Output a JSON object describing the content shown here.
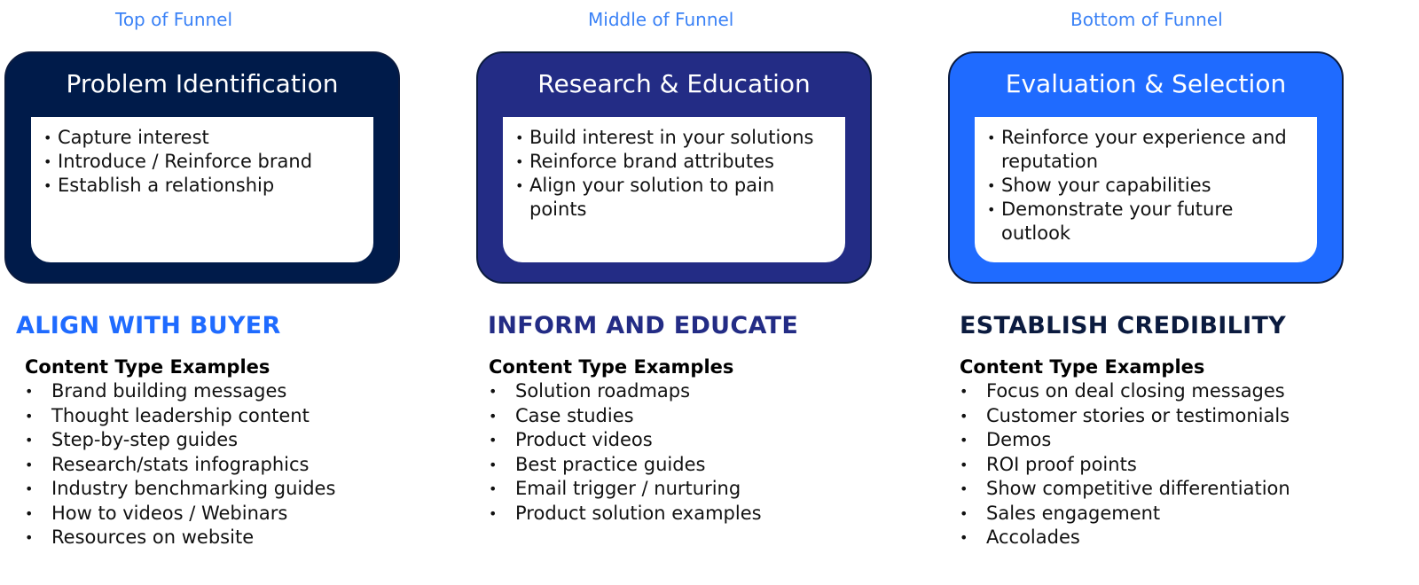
{
  "colors": {
    "stage_label": "#3b82f6",
    "top_card": "#001b4a",
    "middle_card": "#232c85",
    "bottom_card": "#1f6bff",
    "align_heading": "#1f6bff",
    "inform_heading": "#232c85",
    "establish_heading": "#0b1b3f"
  },
  "columns": [
    {
      "stage": "Top of Funnel",
      "card_title": "Problem Identification",
      "card_bullets": [
        "Capture interest",
        "Introduce / Reinforce brand",
        "Establish a relationship"
      ],
      "section_heading": "ALIGN WITH BUYER",
      "examples_title": "Content Type Examples",
      "examples": [
        "Brand building messages",
        "Thought leadership content",
        "Step-by-step guides",
        "Research/stats infographics",
        "Industry benchmarking guides",
        "How to videos / Webinars",
        "Resources on website"
      ]
    },
    {
      "stage": "Middle of Funnel",
      "card_title": "Research & Education",
      "card_bullets": [
        "Build interest in your solutions",
        "Reinforce brand attributes",
        "Align your solution to pain points"
      ],
      "section_heading": "INFORM AND EDUCATE",
      "examples_title": "Content Type Examples",
      "examples": [
        "Solution roadmaps",
        "Case studies",
        "Product videos",
        "Best practice guides",
        "Email trigger / nurturing",
        "Product solution examples"
      ]
    },
    {
      "stage": "Bottom of Funnel",
      "card_title": "Evaluation & Selection",
      "card_bullets": [
        "Reinforce your experience and reputation",
        "Show your capabilities",
        "Demonstrate your future outlook"
      ],
      "section_heading": "ESTABLISH CREDIBILITY",
      "examples_title": "Content Type Examples",
      "examples": [
        "Focus on deal closing messages",
        "Customer stories or testimonials",
        "Demos",
        "ROI proof points",
        "Show competitive differentiation",
        "Sales engagement",
        "Accolades"
      ]
    }
  ]
}
